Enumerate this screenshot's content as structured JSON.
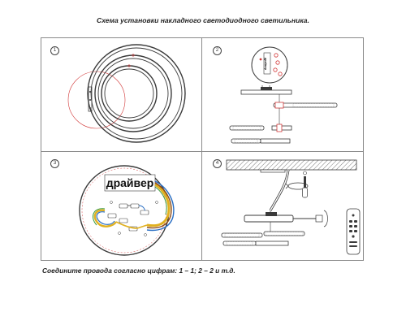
{
  "title": "Схема установки накладного светодиодного светильника.",
  "panels": [
    {
      "number": "1"
    },
    {
      "number": "2",
      "driver_label": "драйвер"
    },
    {
      "number": "3",
      "driver_label": "драйвер"
    },
    {
      "number": "4"
    }
  ],
  "footer": "Соедините провода согласно цифрам: 1 – 1; 2 – 2 и т.д.",
  "colors": {
    "frame": "#8a8a8a",
    "outline": "#3a3a3a",
    "highlight_red": "#d23a3a",
    "wire_yellow": "#e0b020",
    "wire_blue": "#2a6fc4",
    "wire_green": "#3a9a3a",
    "wire_brown": "#8a4a1a",
    "ceiling_hatch": "#555555"
  }
}
